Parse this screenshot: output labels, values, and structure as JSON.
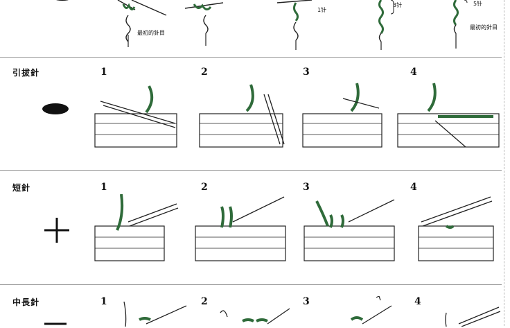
{
  "colors": {
    "yarn": "#2f6b3a",
    "line": "#222222",
    "hook": "#f4f4f4",
    "separator": "#9a9a9a"
  },
  "top_row": {
    "notes": {
      "first_stitch_1": "最初的針目",
      "one_stitch": "1针",
      "three_stitch": "3针",
      "five_stitch": "5针",
      "first_stitch_2": "最初的針目"
    }
  },
  "rows": [
    {
      "label": "引拔針",
      "symbol": "filled-oval-icon",
      "steps": [
        "1",
        "2",
        "3",
        "4"
      ]
    },
    {
      "label": "短針",
      "symbol": "plus-cross-icon",
      "steps": [
        "1",
        "2",
        "3",
        "4"
      ]
    },
    {
      "label": "中長針",
      "symbol": "t-bar-icon",
      "steps": [
        "1",
        "2",
        "3",
        "4"
      ]
    }
  ]
}
